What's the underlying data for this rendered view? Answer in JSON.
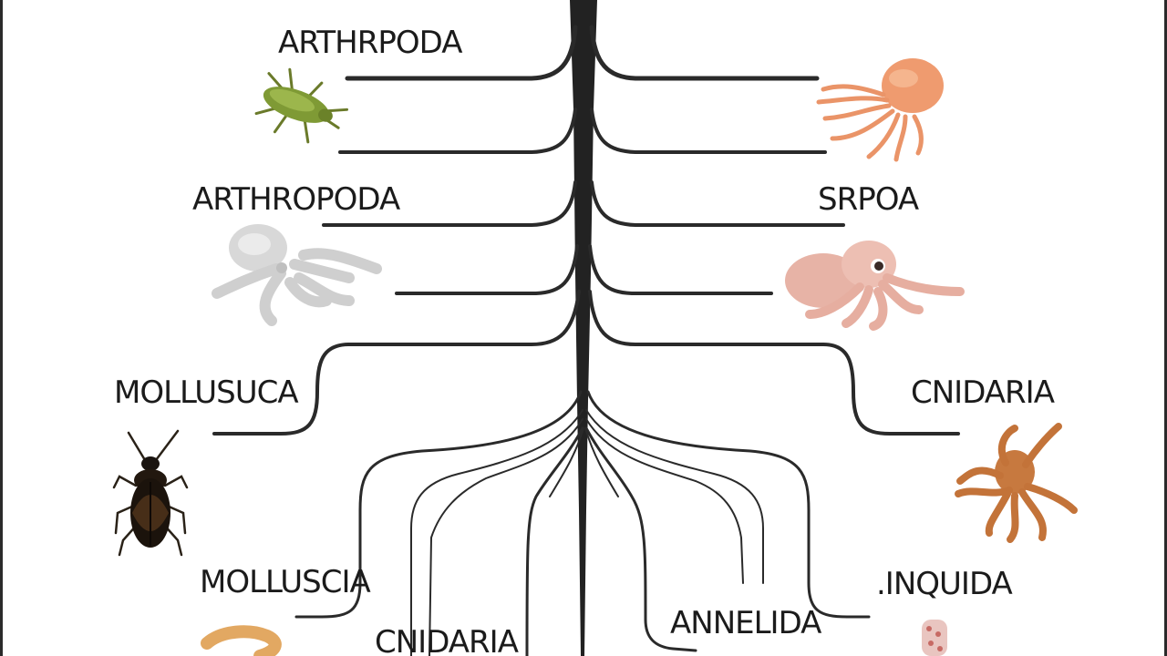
{
  "labels": {
    "l1": "ARTHRPODA",
    "l2": "ARTHROPODA",
    "l3": "MOLLUSUCA",
    "l4": "MOLLUSCIA",
    "l5": "CNIDARIA",
    "r1": "SRPOA",
    "r2": "CNIDARIA",
    "r3": ".INQUIDA",
    "r4": "ANNELIDA"
  },
  "icons": {
    "i1": "green-stink-bug-icon",
    "i2": "white-octopus-icon",
    "i3": "black-beetle-icon",
    "i4": "orange-worm-icon",
    "i5": "orange-octopus-icon",
    "i6": "pink-octopus-icon",
    "i7": "brown-octopus-icon",
    "i8": "pink-worm-icon"
  },
  "colors": {
    "trunk": "#222222",
    "branch": "#2a2a2a",
    "text": "#1b1b1b"
  }
}
